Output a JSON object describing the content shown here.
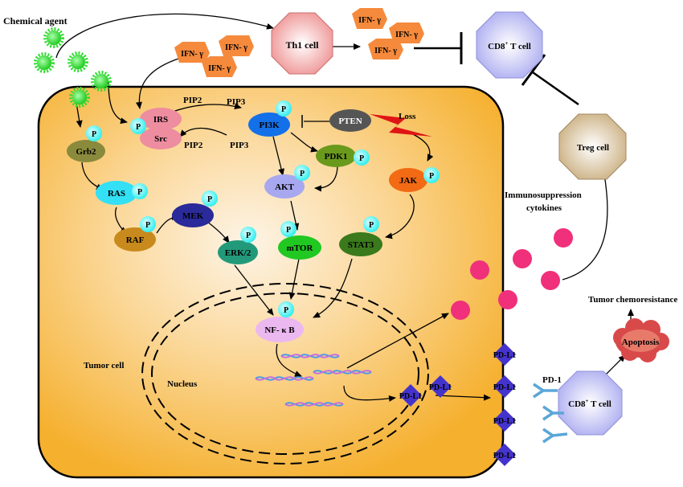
{
  "labels": {
    "chemical_agent": "Chemical agent",
    "th1_cell": "Th1 cell",
    "cd8_t_cell_top": "CD8",
    "cd8_sup": "+",
    "cd8_suffix": " T cell",
    "treg_cell": "Treg cell",
    "immunosuppression_line1": "Immunosuppression",
    "immunosuppression_line2": "cytokines",
    "tumor_chemoresistance": "Tumor chemoresistance",
    "apoptosis": "Apoptosis",
    "tumor_cell": "Tumor cell",
    "nucleus": "Nucleus",
    "loss": "Loss",
    "pd1": "PD-1",
    "ifn": "IFN- γ",
    "p": "P"
  },
  "proteins": {
    "grb2": "Grb2",
    "irs": "IRS",
    "src": "Src",
    "pip2_a": "PIP2",
    "pip3_a": "PIP3",
    "pip2_b": "PIP2",
    "pip3_b": "PIP3",
    "pi3k": "PI3K",
    "pten": "PTEN",
    "pdk1": "PDK1",
    "akt": "AKT",
    "jak": "JAK",
    "ras": "RAS",
    "raf": "RAF",
    "mek": "MEK",
    "erk": "ERK/2",
    "mtor": "mTOR",
    "stat3": "STAT3",
    "nfkb": "NF- κ B",
    "pdl1": "PD-L1"
  },
  "colors": {
    "chemical": "#33dd33",
    "cell_fill": "#f7b733",
    "phospho": "#66ffff",
    "ifn": "#f58a3c",
    "th1": "#f0a0a0",
    "cd8": "#c6c6f5",
    "treg": "#d8c19a",
    "cytokine": "#f0307a",
    "pdl1": "#4433cc",
    "apoptosis": "#d84a4a"
  }
}
